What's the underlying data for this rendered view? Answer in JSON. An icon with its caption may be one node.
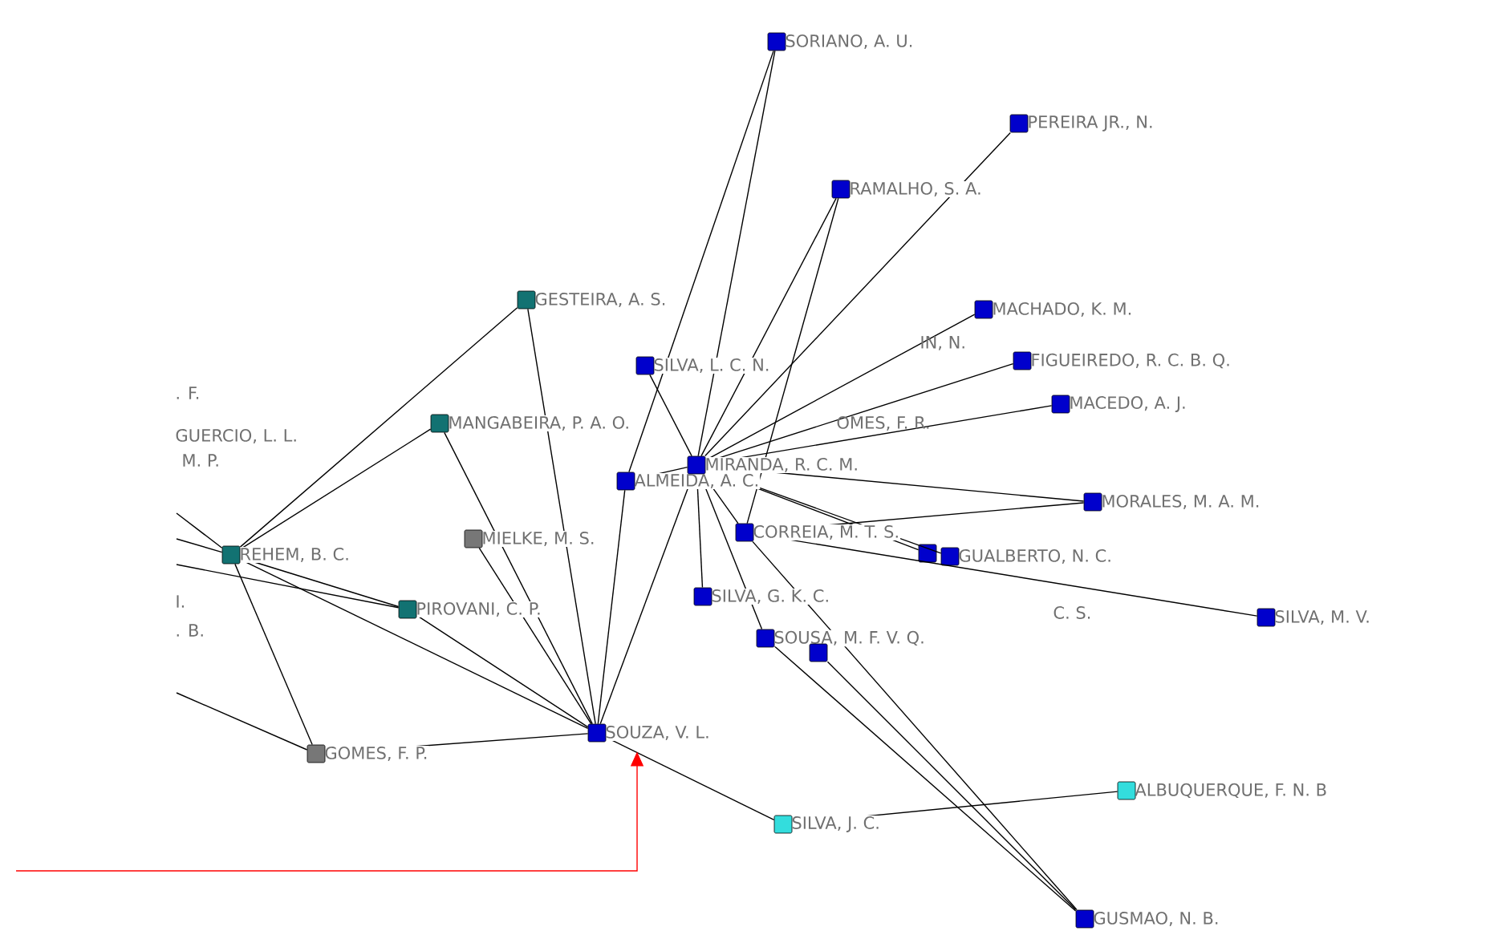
{
  "diagram": {
    "nodes": [
      {
        "text": [
          "SORIANO, A. U."
        ]
      },
      {
        "text": [
          "PEREIRA JR., N."
        ]
      },
      {
        "text": [
          "RAMALHO, S. A."
        ]
      },
      {
        "text": [
          "GESTEIRA, A. S."
        ]
      },
      {
        "text": [
          "MACHADO, K. M."
        ]
      },
      {
        "text": [
          "SILVA, L. C. N."
        ]
      },
      {
        "text": [
          "FIGUEIREDO, R. C. B. Q."
        ]
      },
      {
        "text": [
          "MACEDO, A. J."
        ]
      },
      {
        "text": [
          "MANGABEIRA, P. A. O."
        ]
      },
      {
        "text": [
          "MIRANDA, R. C. M."
        ]
      },
      {
        "text": [
          "ALMEIDA, A. C."
        ]
      },
      {
        "text": [
          "MORALES, M. A. M."
        ]
      },
      {
        "text": [
          "REHEM, B. C."
        ]
      },
      {
        "text": [
          "MIELKE, M. S."
        ]
      },
      {
        "text": [
          "CORREIA, M. T. S."
        ]
      },
      {
        "text": [],
        "shape": "box"
      },
      {
        "text": [
          "GUALBERTO, N. C."
        ]
      },
      {
        "text": [
          "SILVA, M. V."
        ]
      },
      {
        "text": [
          "PIROVANI, C. P."
        ]
      },
      {
        "text": [
          "SILVA, G. K. C."
        ]
      },
      {
        "text": [
          "SOUSA, M. F. V. Q."
        ]
      },
      {
        "text": [],
        "shape": "box"
      },
      {
        "text": [
          "GOMES, F. P."
        ]
      },
      {
        "text": [
          "SOUZA, V. L."
        ]
      },
      {
        "text": [
          "ALBUQUERQUE, F. N. B"
        ]
      },
      {
        "text": [
          "SILVA, J. C."
        ]
      },
      {
        "text": [
          "GUSMAO, N. B."
        ]
      }
    ],
    "edges": [
      {
        "from": 0,
        "to": 9,
        "arrow": "none"
      },
      {
        "from": 0,
        "to": 10,
        "arrow": "none"
      },
      {
        "from": 1,
        "to": 9,
        "arrow": "none"
      },
      {
        "from": 2,
        "to": 9,
        "arrow": "none"
      },
      {
        "from": 2,
        "to": 14,
        "arrow": "none"
      },
      {
        "from": 3,
        "to": 12,
        "arrow": "none"
      },
      {
        "from": 3,
        "to": 23,
        "arrow": "none"
      },
      {
        "from": 4,
        "to": 9,
        "arrow": "none"
      },
      {
        "from": 5,
        "to": 9,
        "arrow": "none"
      },
      {
        "from": 6,
        "to": 9,
        "arrow": "none"
      },
      {
        "from": 7,
        "to": 9,
        "arrow": "none"
      },
      {
        "from": 8,
        "to": 12,
        "arrow": "none"
      },
      {
        "from": 8,
        "to": 23,
        "arrow": "none"
      },
      {
        "from": 10,
        "to": 9,
        "arrow": "none"
      },
      {
        "from": 10,
        "to": 23,
        "arrow": "none"
      },
      {
        "from": 11,
        "to": 9,
        "arrow": "none"
      },
      {
        "from": 11,
        "to": 14,
        "arrow": "none"
      },
      {
        "from": 12,
        "to": 18,
        "arrow": "none"
      },
      {
        "from": 12,
        "to": 23,
        "arrow": "none"
      },
      {
        "from": 12,
        "to": 22,
        "arrow": "none"
      },
      {
        "from": 13,
        "to": 23,
        "arrow": "none"
      },
      {
        "from": 14,
        "to": 9,
        "arrow": "none"
      },
      {
        "from": 15,
        "to": 9,
        "arrow": "none"
      },
      {
        "from": 16,
        "to": 9,
        "arrow": "none"
      },
      {
        "from": 17,
        "to": 14,
        "arrow": "none"
      },
      {
        "from": 18,
        "to": 23,
        "arrow": "none"
      },
      {
        "from": 19,
        "to": 9,
        "arrow": "none"
      },
      {
        "from": 20,
        "to": 9,
        "arrow": "none"
      },
      {
        "from": 20,
        "to": 26,
        "arrow": "none"
      },
      {
        "from": 21,
        "to": 26,
        "arrow": "none"
      },
      {
        "from": 14,
        "to": 26,
        "arrow": "none"
      },
      {
        "from": 22,
        "to": 23,
        "arrow": "none"
      },
      {
        "from": 9,
        "to": 23,
        "arrow": "none"
      },
      {
        "from": 23,
        "to": 25,
        "arrow": "none"
      },
      {
        "from": 24,
        "to": 25,
        "arrow": "none"
      },
      {
        "from": null,
        "to": 12,
        "arrow": "none"
      },
      {
        "from": null,
        "to": 12,
        "arrow": "none"
      },
      {
        "from": null,
        "to": 18,
        "arrow": "none"
      },
      {
        "from": null,
        "to": 22,
        "arrow": "none"
      },
      {
        "from": null,
        "to": 23,
        "arrow": "to",
        "color": "#ff0000"
      }
    ],
    "labels": [
      ". F.",
      "GUERCIO, L. L.",
      "M. P.",
      "I.",
      ". B.",
      "IN, N.",
      "OMES, F. R.",
      "C. S."
    ]
  }
}
